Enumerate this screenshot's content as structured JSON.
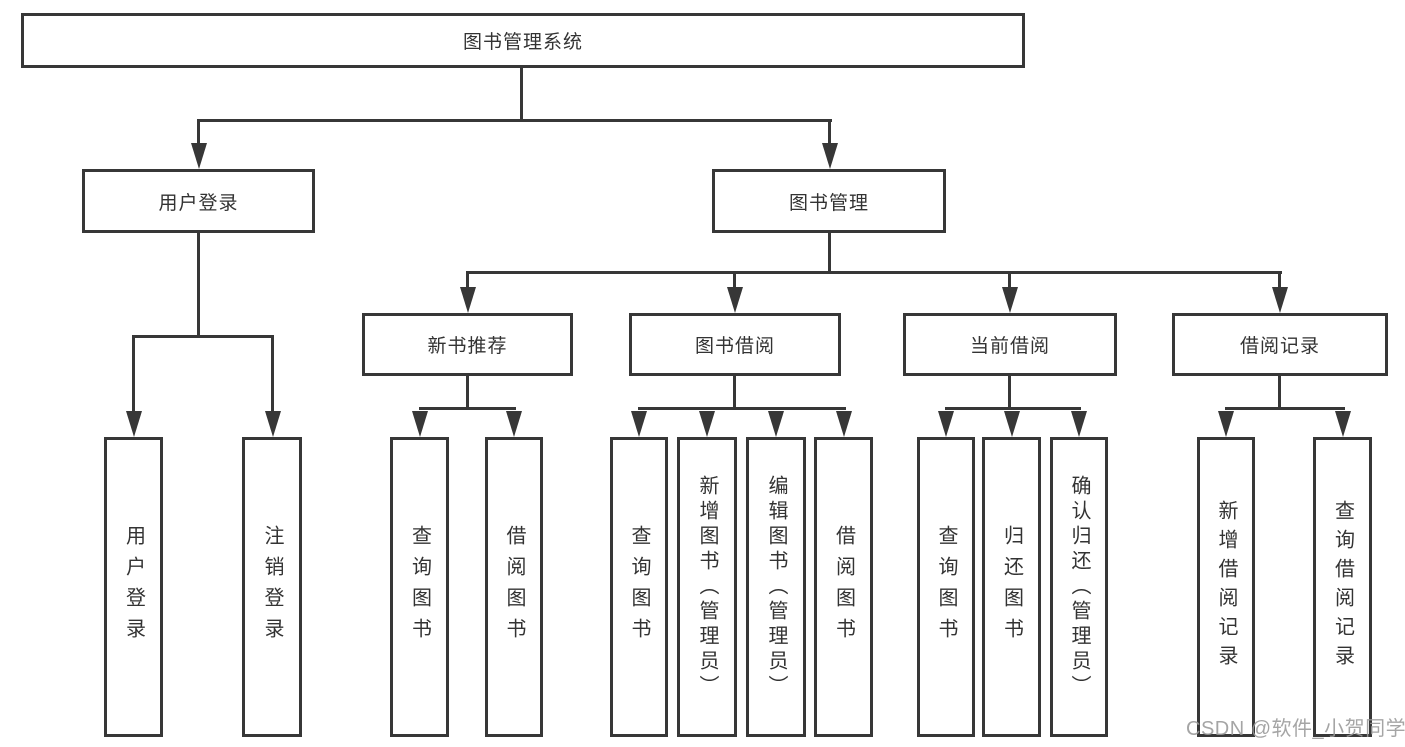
{
  "diagram_type": "hierarchy-tree",
  "watermark": "CSDN @软件_小贺同学",
  "colors": {
    "line": "#373737",
    "text": "#333333",
    "background": "#ffffff",
    "watermark": "#999999"
  },
  "tree": {
    "label": "图书管理系统",
    "children": [
      {
        "label": "用户登录",
        "children": [
          {
            "label": "用户登录"
          },
          {
            "label": "注销登录"
          }
        ]
      },
      {
        "label": "图书管理",
        "children": [
          {
            "label": "新书推荐",
            "children": [
              {
                "label": "查询图书"
              },
              {
                "label": "借阅图书"
              }
            ]
          },
          {
            "label": "图书借阅",
            "children": [
              {
                "label": "查询图书"
              },
              {
                "label": "新增图书（管理员）"
              },
              {
                "label": "编辑图书（管理员）"
              },
              {
                "label": "借阅图书"
              }
            ]
          },
          {
            "label": "当前借阅",
            "children": [
              {
                "label": "查询图书"
              },
              {
                "label": "归还图书"
              },
              {
                "label": "确认归还（管理员）"
              }
            ]
          },
          {
            "label": "借阅记录",
            "children": [
              {
                "label": "新增借阅记录"
              },
              {
                "label": "查询借阅记录"
              }
            ]
          }
        ]
      }
    ]
  }
}
